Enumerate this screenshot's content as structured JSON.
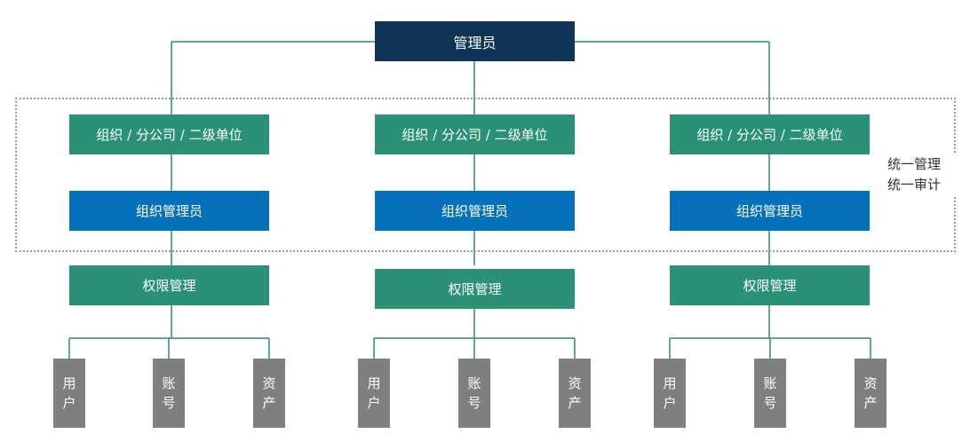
{
  "root": {
    "label": "管理员"
  },
  "zone_note": [
    "统一管理",
    "统一审计"
  ],
  "branches": [
    {
      "org": "组织 / 分公司 / 二级单位",
      "admin": "组织管理员",
      "perm": "权限管理",
      "leaves": [
        "用户",
        "账号",
        "资产"
      ]
    },
    {
      "org": "组织 / 分公司 / 二级单位",
      "admin": "组织管理员",
      "perm": "权限管理",
      "leaves": [
        "用户",
        "账号",
        "资产"
      ]
    },
    {
      "org": "组织 / 分公司 / 二级单位",
      "admin": "组织管理员",
      "perm": "权限管理",
      "leaves": [
        "用户",
        "账号",
        "资产"
      ]
    }
  ],
  "colors": {
    "root": "#0e3558",
    "org": "#2a9176",
    "admin": "#0571bb",
    "perm": "#2a9176",
    "leaf": "#7f7f7f",
    "connector": "#2a8a78",
    "dashed_border": "#9a9a9a"
  }
}
